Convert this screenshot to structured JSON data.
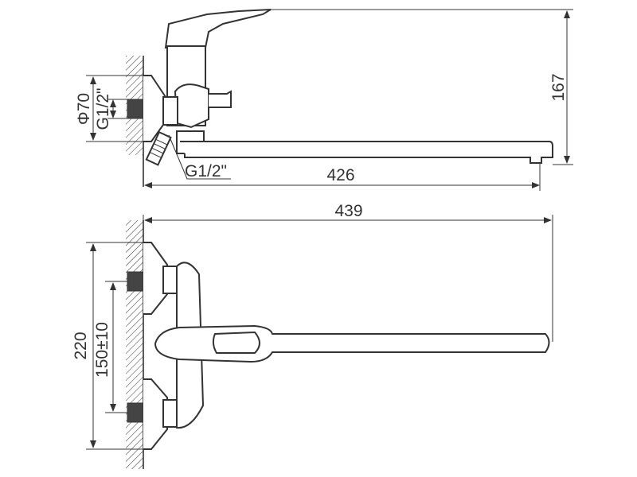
{
  "dimensions": {
    "top_view": {
      "phi_diameter": "Φ70",
      "wall_thread": "G1/2\"",
      "hose_thread": "G1/2\"",
      "spout_reach": "426",
      "height": "167"
    },
    "bottom_view": {
      "overall_length": "439",
      "plate_height": "220",
      "center_distance": "150±10"
    }
  },
  "colors": {
    "line": "#333333",
    "background": "#ffffff"
  }
}
